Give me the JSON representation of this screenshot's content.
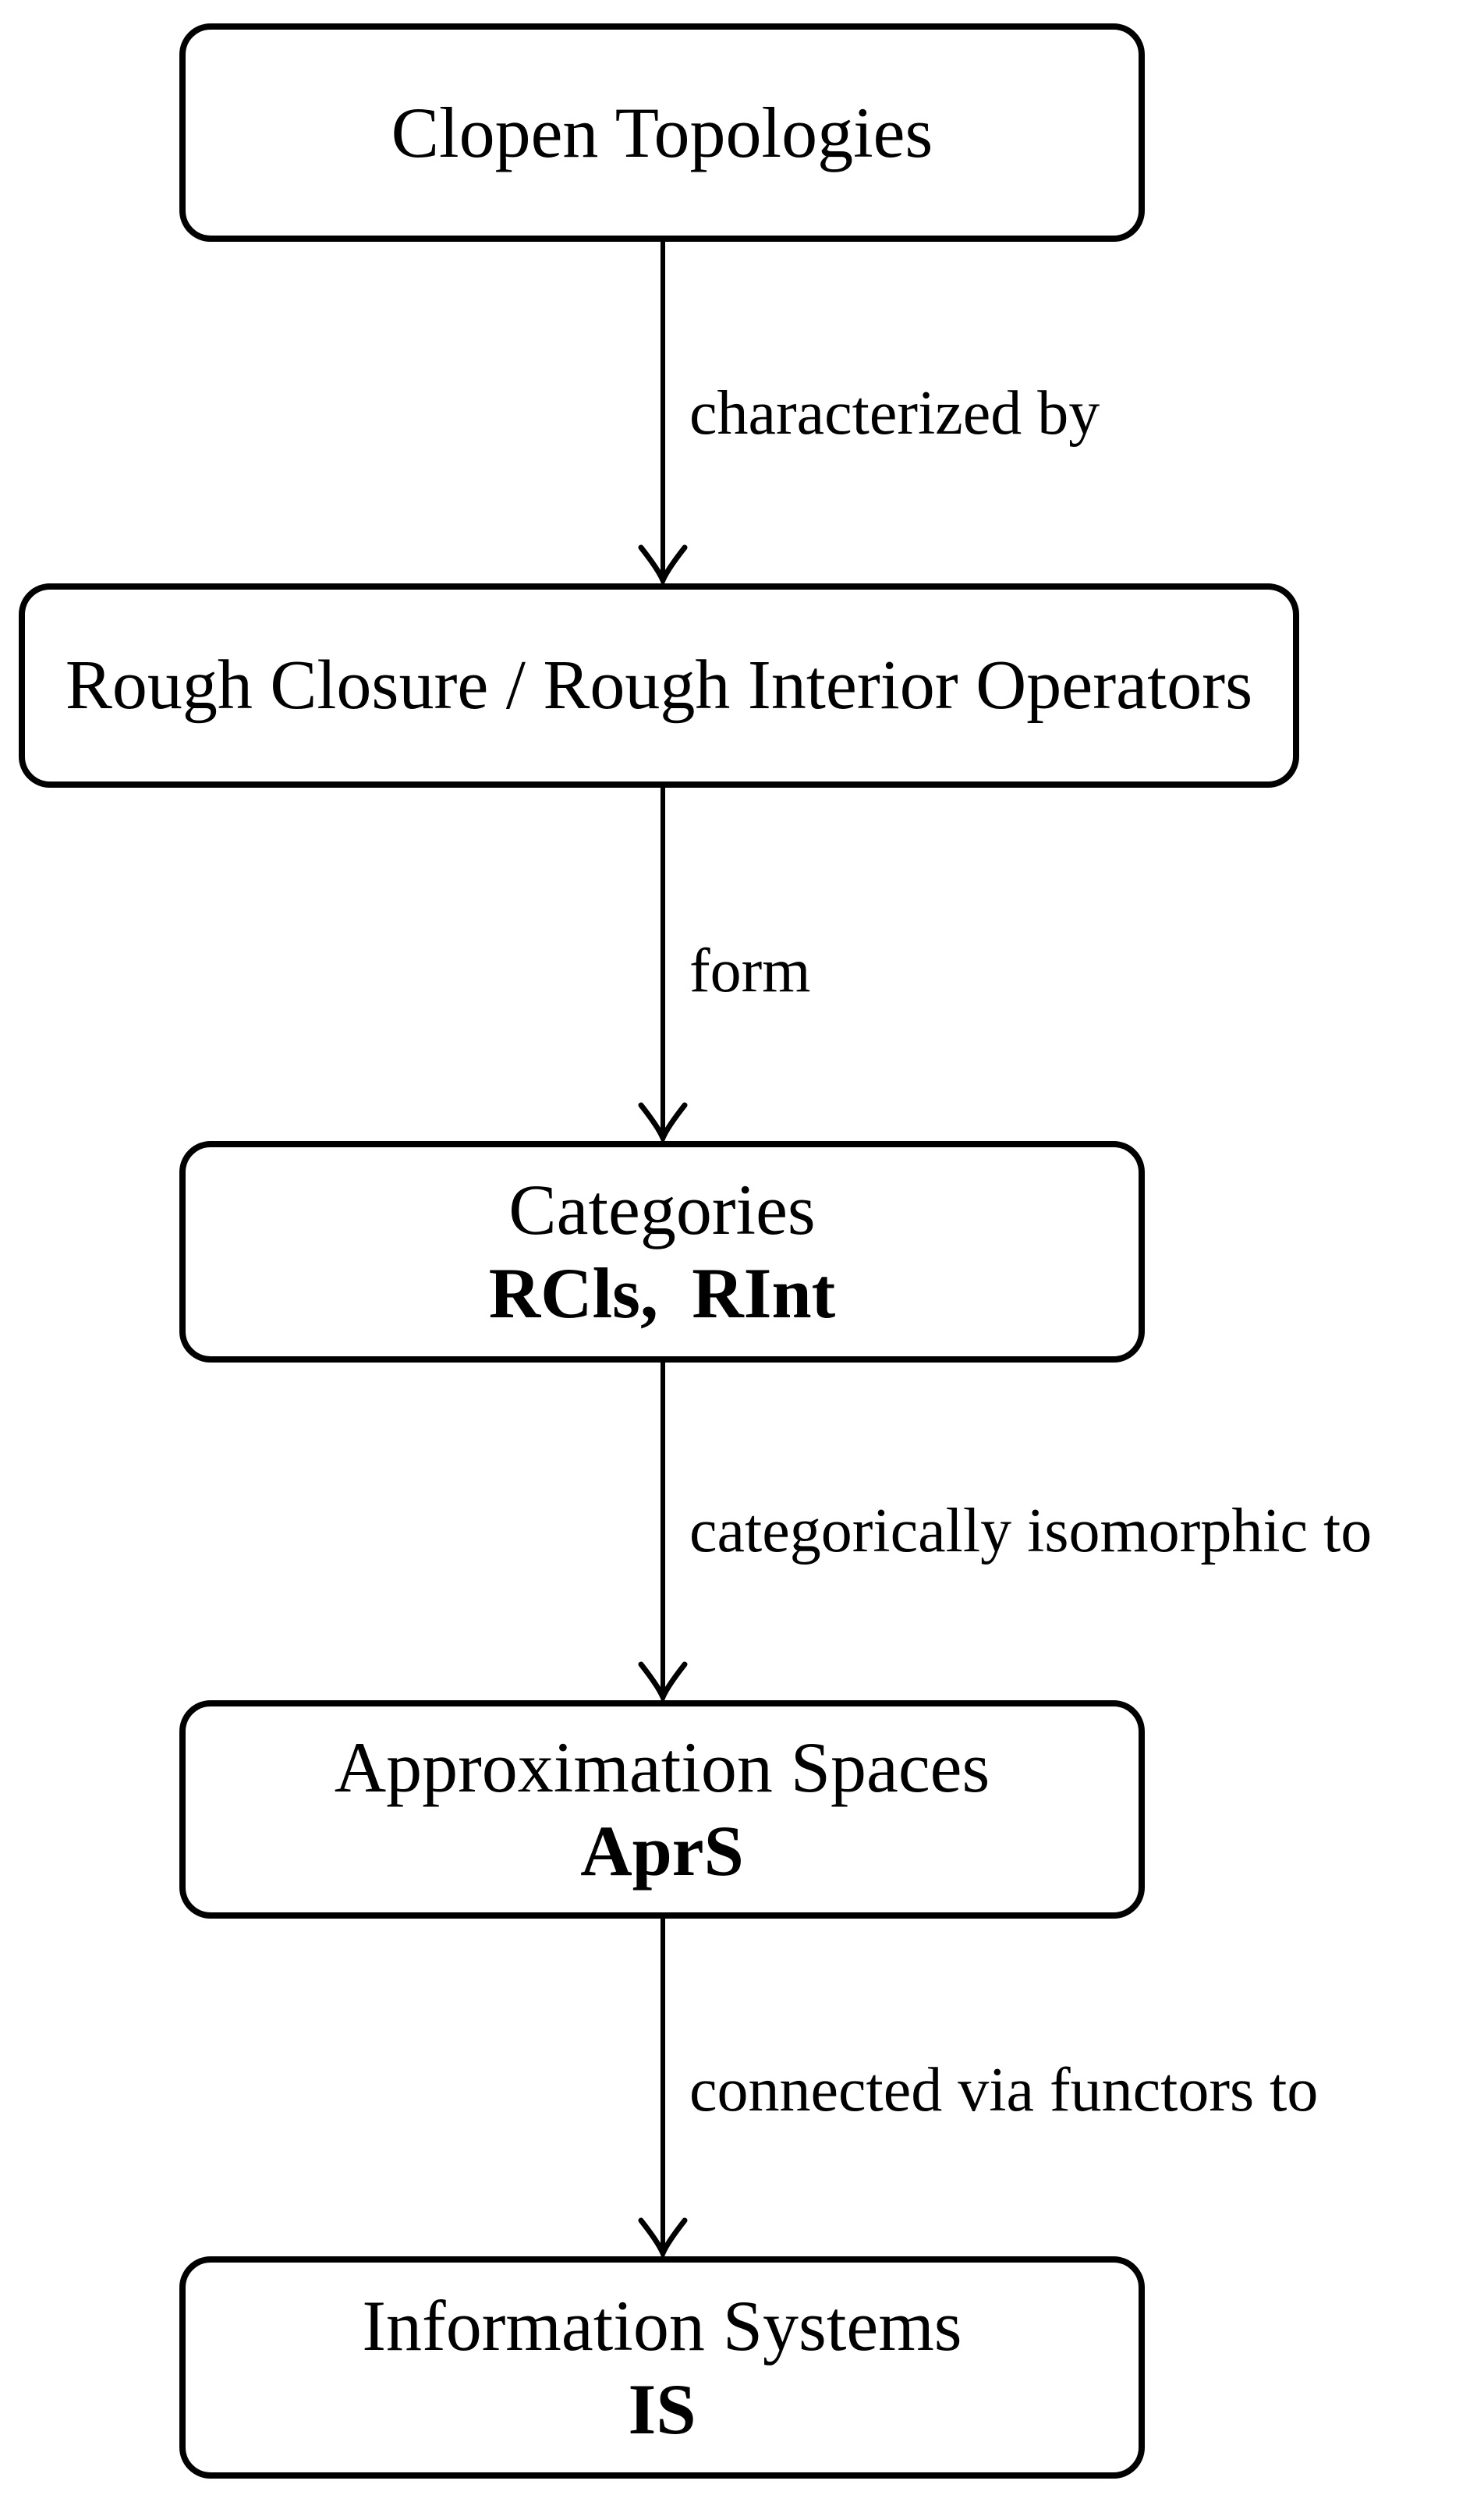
{
  "figure": {
    "background_color": "#ffffff",
    "line_color": "#000000",
    "nodes": {
      "clopen": {
        "title": "Clopen Topologies"
      },
      "operators": {
        "title": "Rough Closure / Rough Interior Operators"
      },
      "categories": {
        "title": "Categories",
        "symbols": "RCls, RInt"
      },
      "approximation": {
        "title": "Approximation Spaces",
        "symbols": "AprS"
      },
      "information": {
        "title": "Information Systems",
        "symbols": "IS"
      }
    },
    "edges": {
      "e1": {
        "label": "characterized by"
      },
      "e2": {
        "label": "form"
      },
      "e3": {
        "label": "categorically isomorphic to"
      },
      "e4": {
        "label": "connected via functors to"
      }
    }
  }
}
